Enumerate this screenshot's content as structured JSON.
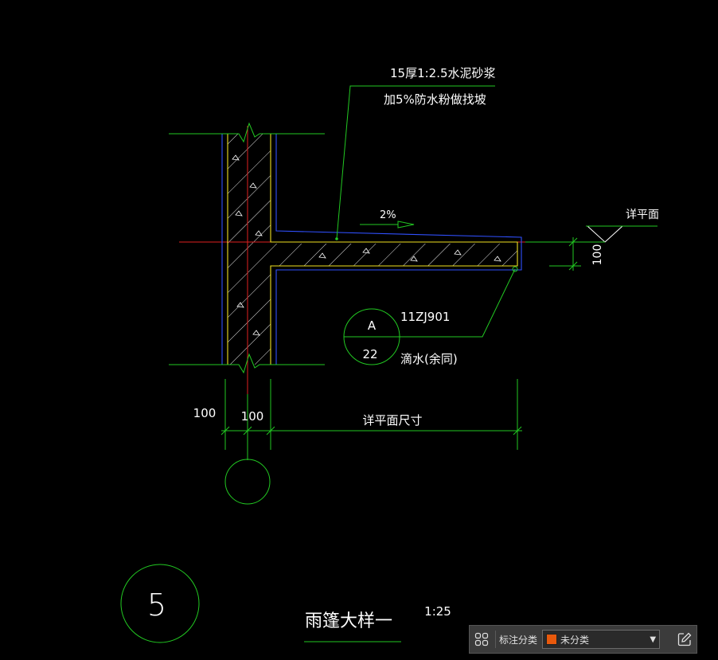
{
  "drawing": {
    "note_line1": "15厚1:2.5水泥砂浆",
    "note_line2": "加5%防水粉做找坡",
    "slope": "2%",
    "level_label": "详平面",
    "thickness_dim": "100",
    "detail_ref_top": "A",
    "detail_ref_bottom": "22",
    "ref_code": "11ZJ901",
    "drip_note": "滴水(余同)",
    "dim_left": "100",
    "dim_wall": "100",
    "dim_span": "详平面尺寸",
    "detail_number": "5",
    "title": "雨篷大样一",
    "scale": "1:25"
  },
  "toolbar": {
    "label": "标注分类",
    "select_value": "未分类",
    "swatch_color": "#e8590c",
    "grid_icon": "grid-icon",
    "edit_icon": "edit-icon"
  },
  "colors": {
    "background": "#000000",
    "structure": "#f0e020",
    "finish_line": "#3050ff",
    "annotation": "#22c922",
    "axis": "#e02020",
    "text": "#ffffff"
  }
}
